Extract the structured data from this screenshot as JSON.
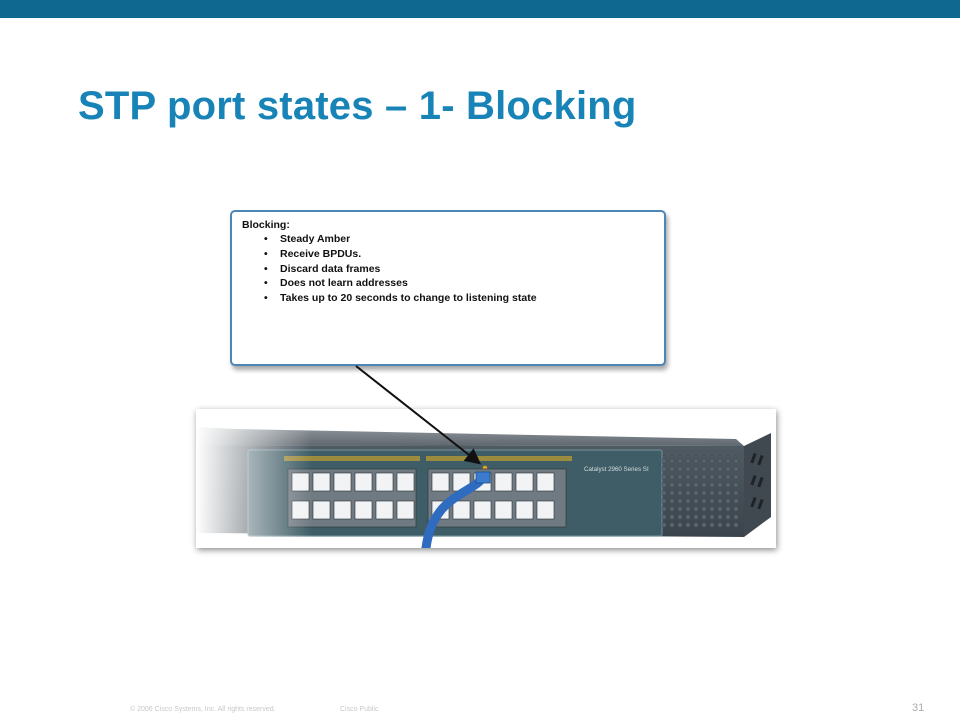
{
  "slide": {
    "title": "STP port states – 1- Blocking",
    "page_number": "31"
  },
  "callout": {
    "heading": "Blocking:",
    "items": [
      "Steady Amber",
      "Receive BPDUs.",
      "Discard data frames",
      "Does not learn addresses",
      "Takes up to 20 seconds to change to listening state"
    ]
  },
  "switch_photo": {
    "model_label": "Catalyst 2960",
    "series_label": "Series SI"
  },
  "footer": {
    "copyright": "© 2006 Cisco Systems, Inc. All rights reserved.",
    "classification": "Cisco Public"
  },
  "colors": {
    "top_bar": "#0f6890",
    "title": "#1783b6",
    "callout_border": "#4a86b8",
    "cable": "#2f6cc0",
    "port_led_amber": "#e6a817"
  }
}
